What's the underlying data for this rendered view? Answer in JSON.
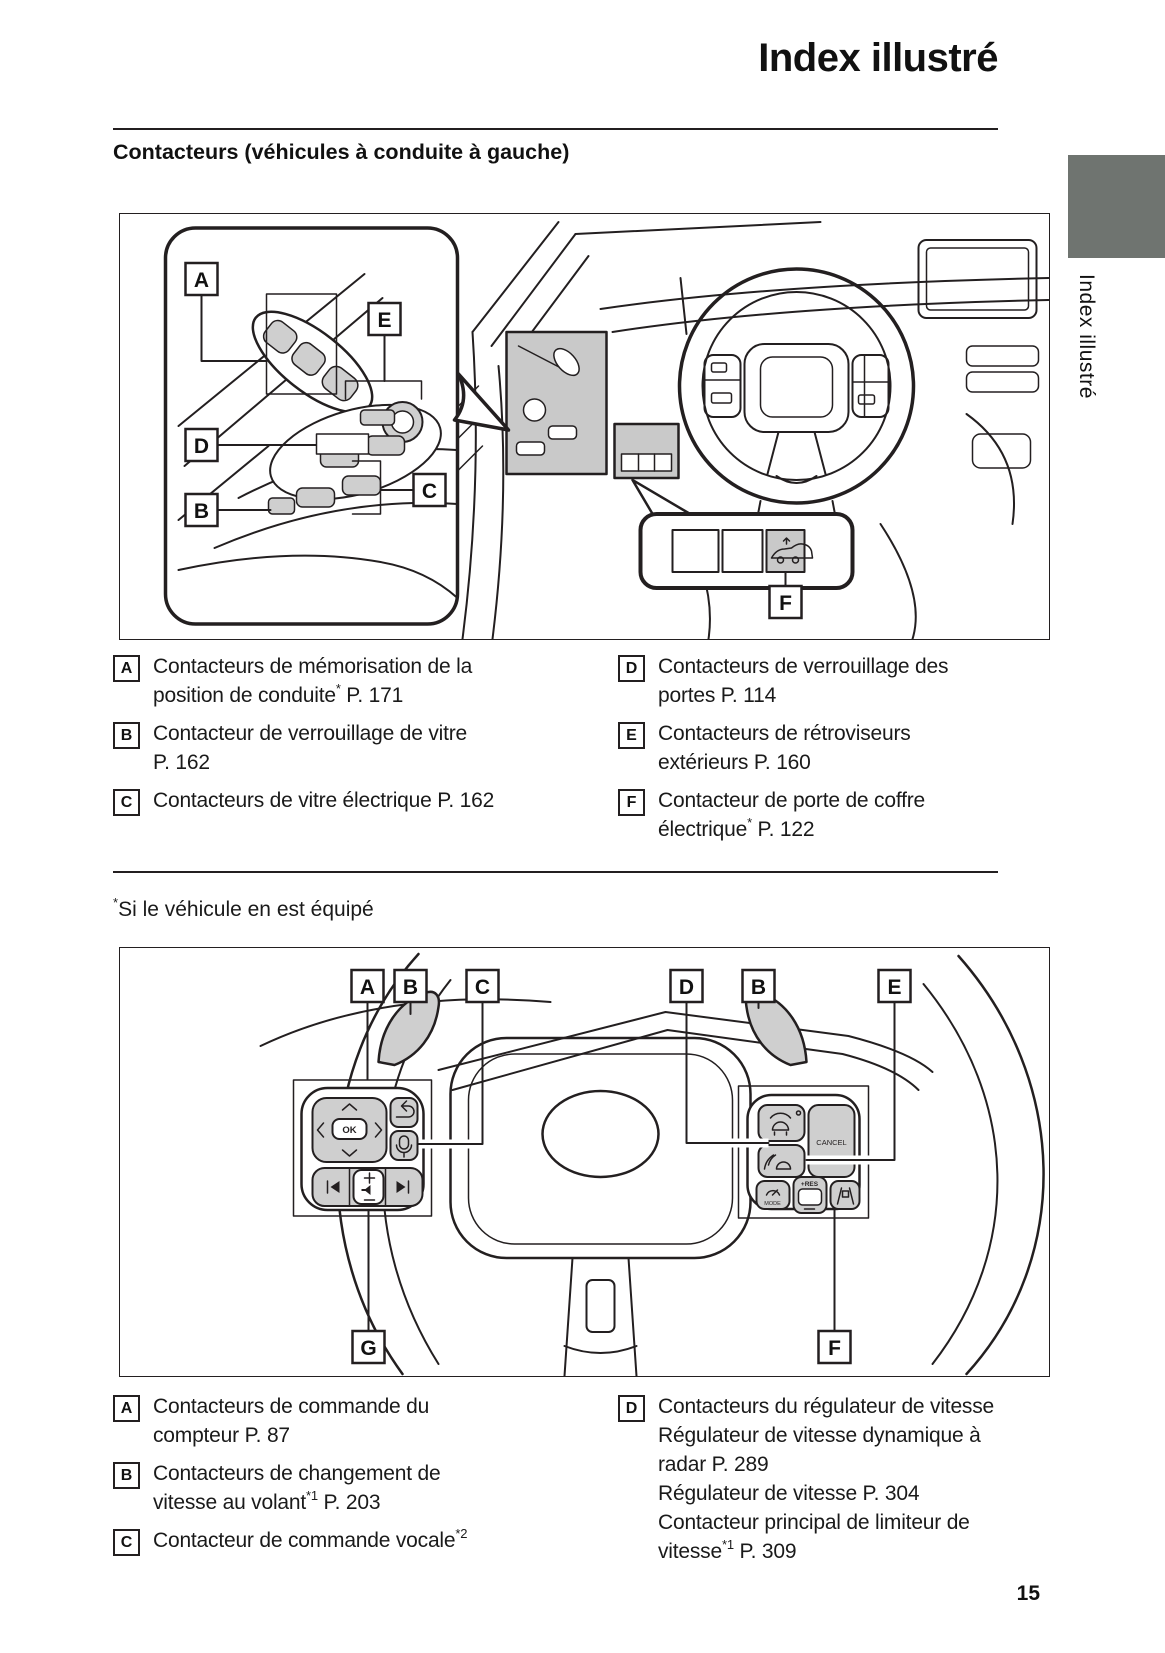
{
  "page": {
    "title": "Index illustré",
    "section_heading": "Contacteurs (véhicules à conduite à gauche)",
    "footnote_sup": "*",
    "footnote_text": "Si le véhicule en est équipé",
    "page_number": "15",
    "sidebar": {
      "vertical_label": "Index illustré"
    }
  },
  "colors": {
    "line": "#231f20",
    "panel_highlight_gray": "#c9c9c9",
    "button_gray": "#cfcfcf",
    "sidebar_tab_gray": "#6f7470"
  },
  "figure1": {
    "callouts": {
      "a": "A",
      "b": "B",
      "c": "C",
      "d": "D",
      "e": "E",
      "f": "F"
    },
    "legend_left": [
      {
        "key": "A",
        "parts": [
          {
            "text": "Contacteurs de mémorisation de la"
          },
          {
            "break": true
          },
          {
            "text": "position de conduite"
          },
          {
            "sup": "*"
          },
          {
            "text": " P. 171"
          }
        ]
      },
      {
        "key": "B",
        "parts": [
          {
            "text": "Contacteur de verrouillage de vitre"
          },
          {
            "break": true
          },
          {
            "text": "P. 162"
          }
        ]
      },
      {
        "key": "C",
        "parts": [
          {
            "text": "Contacteurs de vitre électrique P. 162"
          }
        ]
      }
    ],
    "legend_right": [
      {
        "key": "D",
        "parts": [
          {
            "text": "Contacteurs de verrouillage des"
          },
          {
            "break": true
          },
          {
            "text": "portes P. 114"
          }
        ]
      },
      {
        "key": "E",
        "parts": [
          {
            "text": "Contacteurs de rétroviseurs"
          },
          {
            "break": true
          },
          {
            "text": "extérieurs P. 160"
          }
        ]
      },
      {
        "key": "F",
        "parts": [
          {
            "text": "Contacteur de porte de coffre"
          },
          {
            "break": true
          },
          {
            "text": "électrique"
          },
          {
            "sup": "*"
          },
          {
            "text": " P. 122"
          }
        ]
      }
    ]
  },
  "figure2": {
    "callouts": {
      "a": "A",
      "b_left": "B",
      "c": "C",
      "d": "D",
      "b_right": "B",
      "e": "E",
      "g": "G",
      "f": "F"
    },
    "button_labels": {
      "ok": "OK",
      "cancel": "CANCEL",
      "mode": "MODE",
      "res": "+RES"
    },
    "legend_left": [
      {
        "key": "A",
        "parts": [
          {
            "text": "Contacteurs de commande du"
          },
          {
            "break": true
          },
          {
            "text": "compteur P. 87"
          }
        ]
      },
      {
        "key": "B",
        "parts": [
          {
            "text": "Contacteurs de changement de"
          },
          {
            "break": true
          },
          {
            "text": "vitesse au volant"
          },
          {
            "sup": "*1"
          },
          {
            "text": " P. 203"
          }
        ]
      },
      {
        "key": "C",
        "parts": [
          {
            "text": "Contacteur de commande vocale"
          },
          {
            "sup": "*2"
          }
        ]
      }
    ],
    "legend_right": [
      {
        "key": "D",
        "parts": [
          {
            "text": "Contacteurs du régulateur de vitesse"
          },
          {
            "break": true
          },
          {
            "text": "Régulateur de vitesse dynamique à"
          },
          {
            "break": true
          },
          {
            "text": "radar P. 289"
          },
          {
            "break": true
          },
          {
            "text": "Régulateur de vitesse P. 304"
          },
          {
            "break": true
          },
          {
            "text": "Contacteur principal de limiteur de"
          },
          {
            "break": true
          },
          {
            "text": "vitesse"
          },
          {
            "sup": "*1"
          },
          {
            "text": " P. 309"
          }
        ]
      }
    ]
  }
}
